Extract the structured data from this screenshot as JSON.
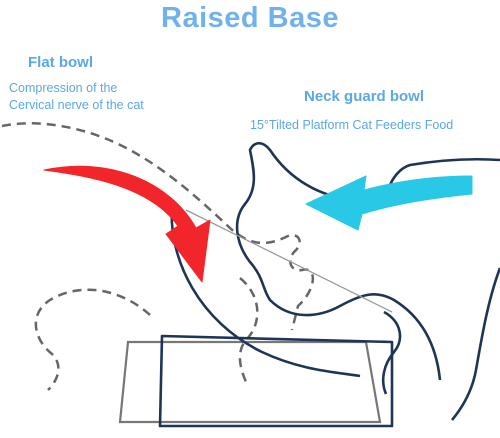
{
  "title": "Raised Base",
  "flat_bowl": {
    "title": "Flat bowl",
    "description_line1": "Compression of the",
    "description_line2": "Cervical nerve of the cat"
  },
  "neck_guard_bowl": {
    "title": "Neck guard bowl",
    "description": "15°Tilted Platform Cat Feeders Food"
  },
  "colors": {
    "title": "#6fb2ec",
    "labels": "#5aa8e6",
    "red_arrow": "#f2262a",
    "cyan_arrow": "#28c8e6",
    "navy_outline": "#1f3558",
    "dashed_outline": "#666666",
    "base_outline": "#777777"
  },
  "icons": [
    "red-curved-arrow-icon",
    "cyan-arrow-icon"
  ]
}
